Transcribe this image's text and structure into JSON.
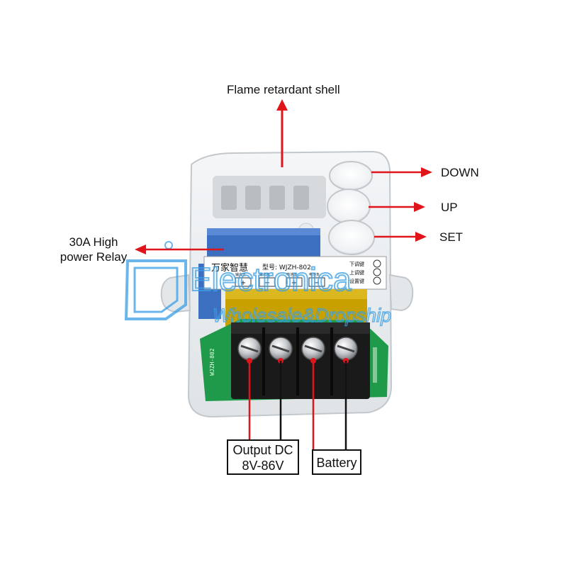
{
  "labels": {
    "shell": "Flame retardant shell",
    "down": "DOWN",
    "up": "UP",
    "set": "SET",
    "relay_line1": "30A High",
    "relay_line2": "power Relay",
    "output_line1": "Output DC",
    "output_line2": "8V-86V",
    "battery": "Battery"
  },
  "product": {
    "brand": "万家智慧",
    "model": "型号: WJZH-802",
    "key_down": "下调键",
    "key_up": "上调键",
    "key_set": "设置键",
    "term_1": "输出正",
    "term_2": "输出负",
    "term_3": "电池正",
    "term_4": "电池负",
    "pcb_model": "WJZH-802"
  },
  "watermark": {
    "line1": "Electronica",
    "line2": "Wholesale&Dropship"
  },
  "colors": {
    "arrow": "#e0141b",
    "watermark": "#3aa0e6",
    "pcb": "#1f9a4a",
    "relay": "#3c6fc0",
    "terminal": "#1a1a1a",
    "capacitor": "#c8a000"
  }
}
